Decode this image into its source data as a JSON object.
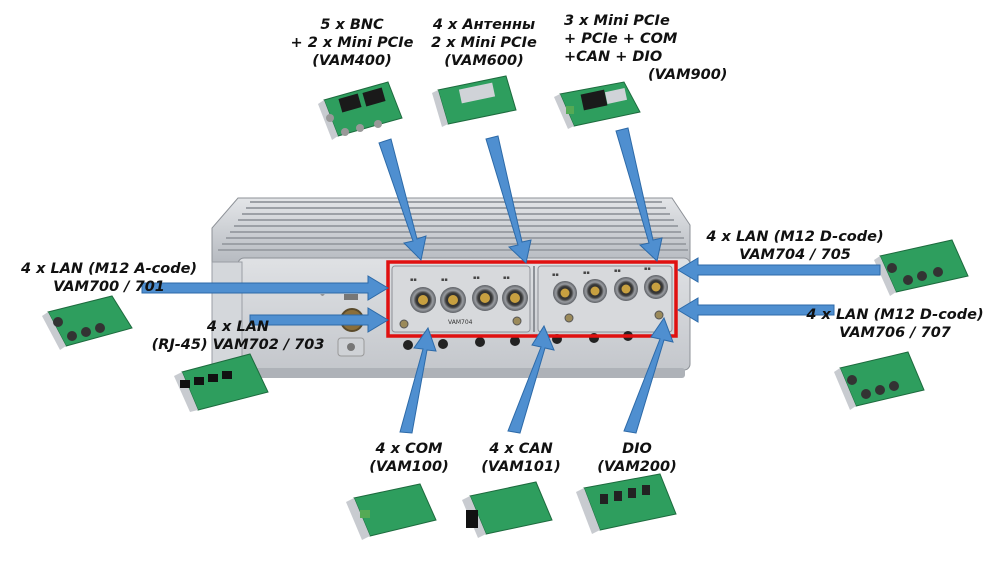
{
  "colors": {
    "arrow": "#4f8fd0",
    "arrow_edge": "#2d6aa8",
    "highlight": "#e01010",
    "chassis": "#c9ccd1",
    "board": "#2e9e5e"
  },
  "labels": {
    "vam400": [
      "5 x BNC",
      "+ 2 x Mini PCIe",
      "(VAM400)"
    ],
    "vam600": [
      "4 x Антенны",
      "2 x Mini PCIe",
      "(VAM600)"
    ],
    "vam900": [
      "3 x Mini PCIe",
      "+ PCIe + COM",
      "+CAN + DIO",
      "(VAM900)"
    ],
    "vam700": [
      "4 x LAN (M12 A-code)",
      "VAM700 / 701"
    ],
    "vam702": [
      "4 x LAN",
      "(RJ-45) VAM702 / 703"
    ],
    "vam704": [
      "4 x LAN (M12 D-code)",
      "VAM704 / 705"
    ],
    "vam706": [
      "4 x LAN (M12 D-code)",
      "VAM706 / 707"
    ],
    "vam100": [
      "4 x COM",
      "(VAM100)"
    ],
    "vam101": [
      "4 x CAN",
      "(VAM101)"
    ],
    "vam200": [
      "DIO",
      "(VAM200)"
    ]
  },
  "device": {
    "module_marking": "VAM704"
  }
}
